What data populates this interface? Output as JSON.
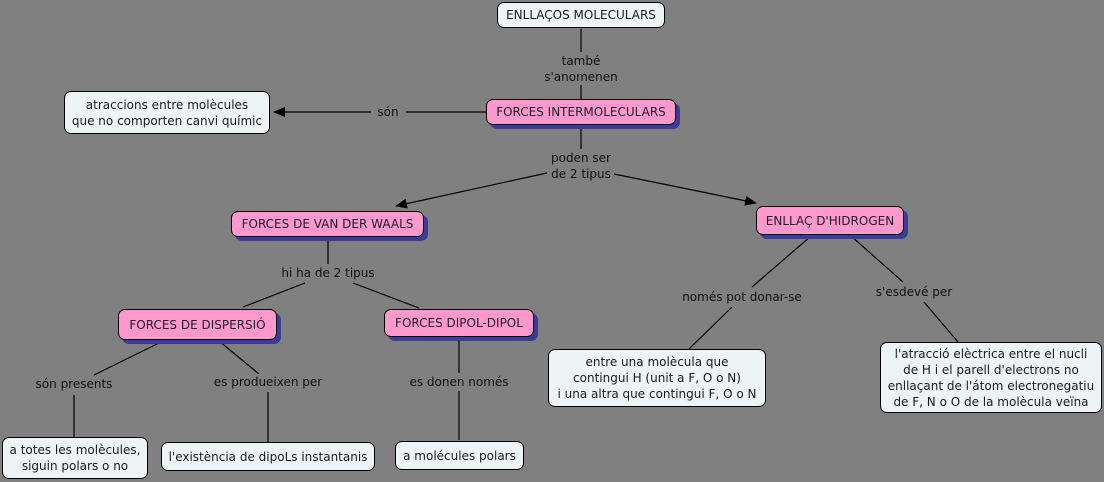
{
  "title": "ENLLAÇOS MOLECULARS",
  "colors": {
    "background": "#808080",
    "concept_pink": "#ff99cc",
    "concept_white": "#eef4f6",
    "shadow": "#3b3b9a"
  },
  "nodes": {
    "enllacos": "ENLLAÇOS MOLECULARS",
    "forces_inter": "FORCES INTERMOLECULARS",
    "atraccions": "atraccions entre molècules\nque no comporten canvi químic",
    "van_der_waals": "FORCES DE VAN DER WAALS",
    "enllac_hidrogen": "ENLLAÇ D'HIDROGEN",
    "dispersio": "FORCES DE DISPERSIÓ",
    "dipol": "FORCES DIPOL-DIPOL",
    "totes": "a totes les molècules,\nsiguin polars o no",
    "dipols_inst": "l'existència de dipoLs instantanis",
    "polars": "a molécules polars",
    "entre_una": "entre una molècula que\ncontingui H (unit a F, O o N)\ni una altra que contingui F, O o N",
    "atraccio_electrica": "l'atracció elèctrica entre el nucli\nde H i el parell d'electrons no\nenllaçant de l'átom electronegatiu\nde F, N o O de la molècula veïna"
  },
  "links": {
    "tambe": "també\ns'anomenen",
    "son": "són",
    "poden_ser": "poden ser\nde 2 tipus",
    "hi_ha": "hi ha de 2 tipus",
    "son_presents": "són presents",
    "es_produeixen": "es produeixen per",
    "es_donen": "es donen només",
    "nomes_pot": "només pot donar-se",
    "esdeve": "s'esdevé per"
  }
}
